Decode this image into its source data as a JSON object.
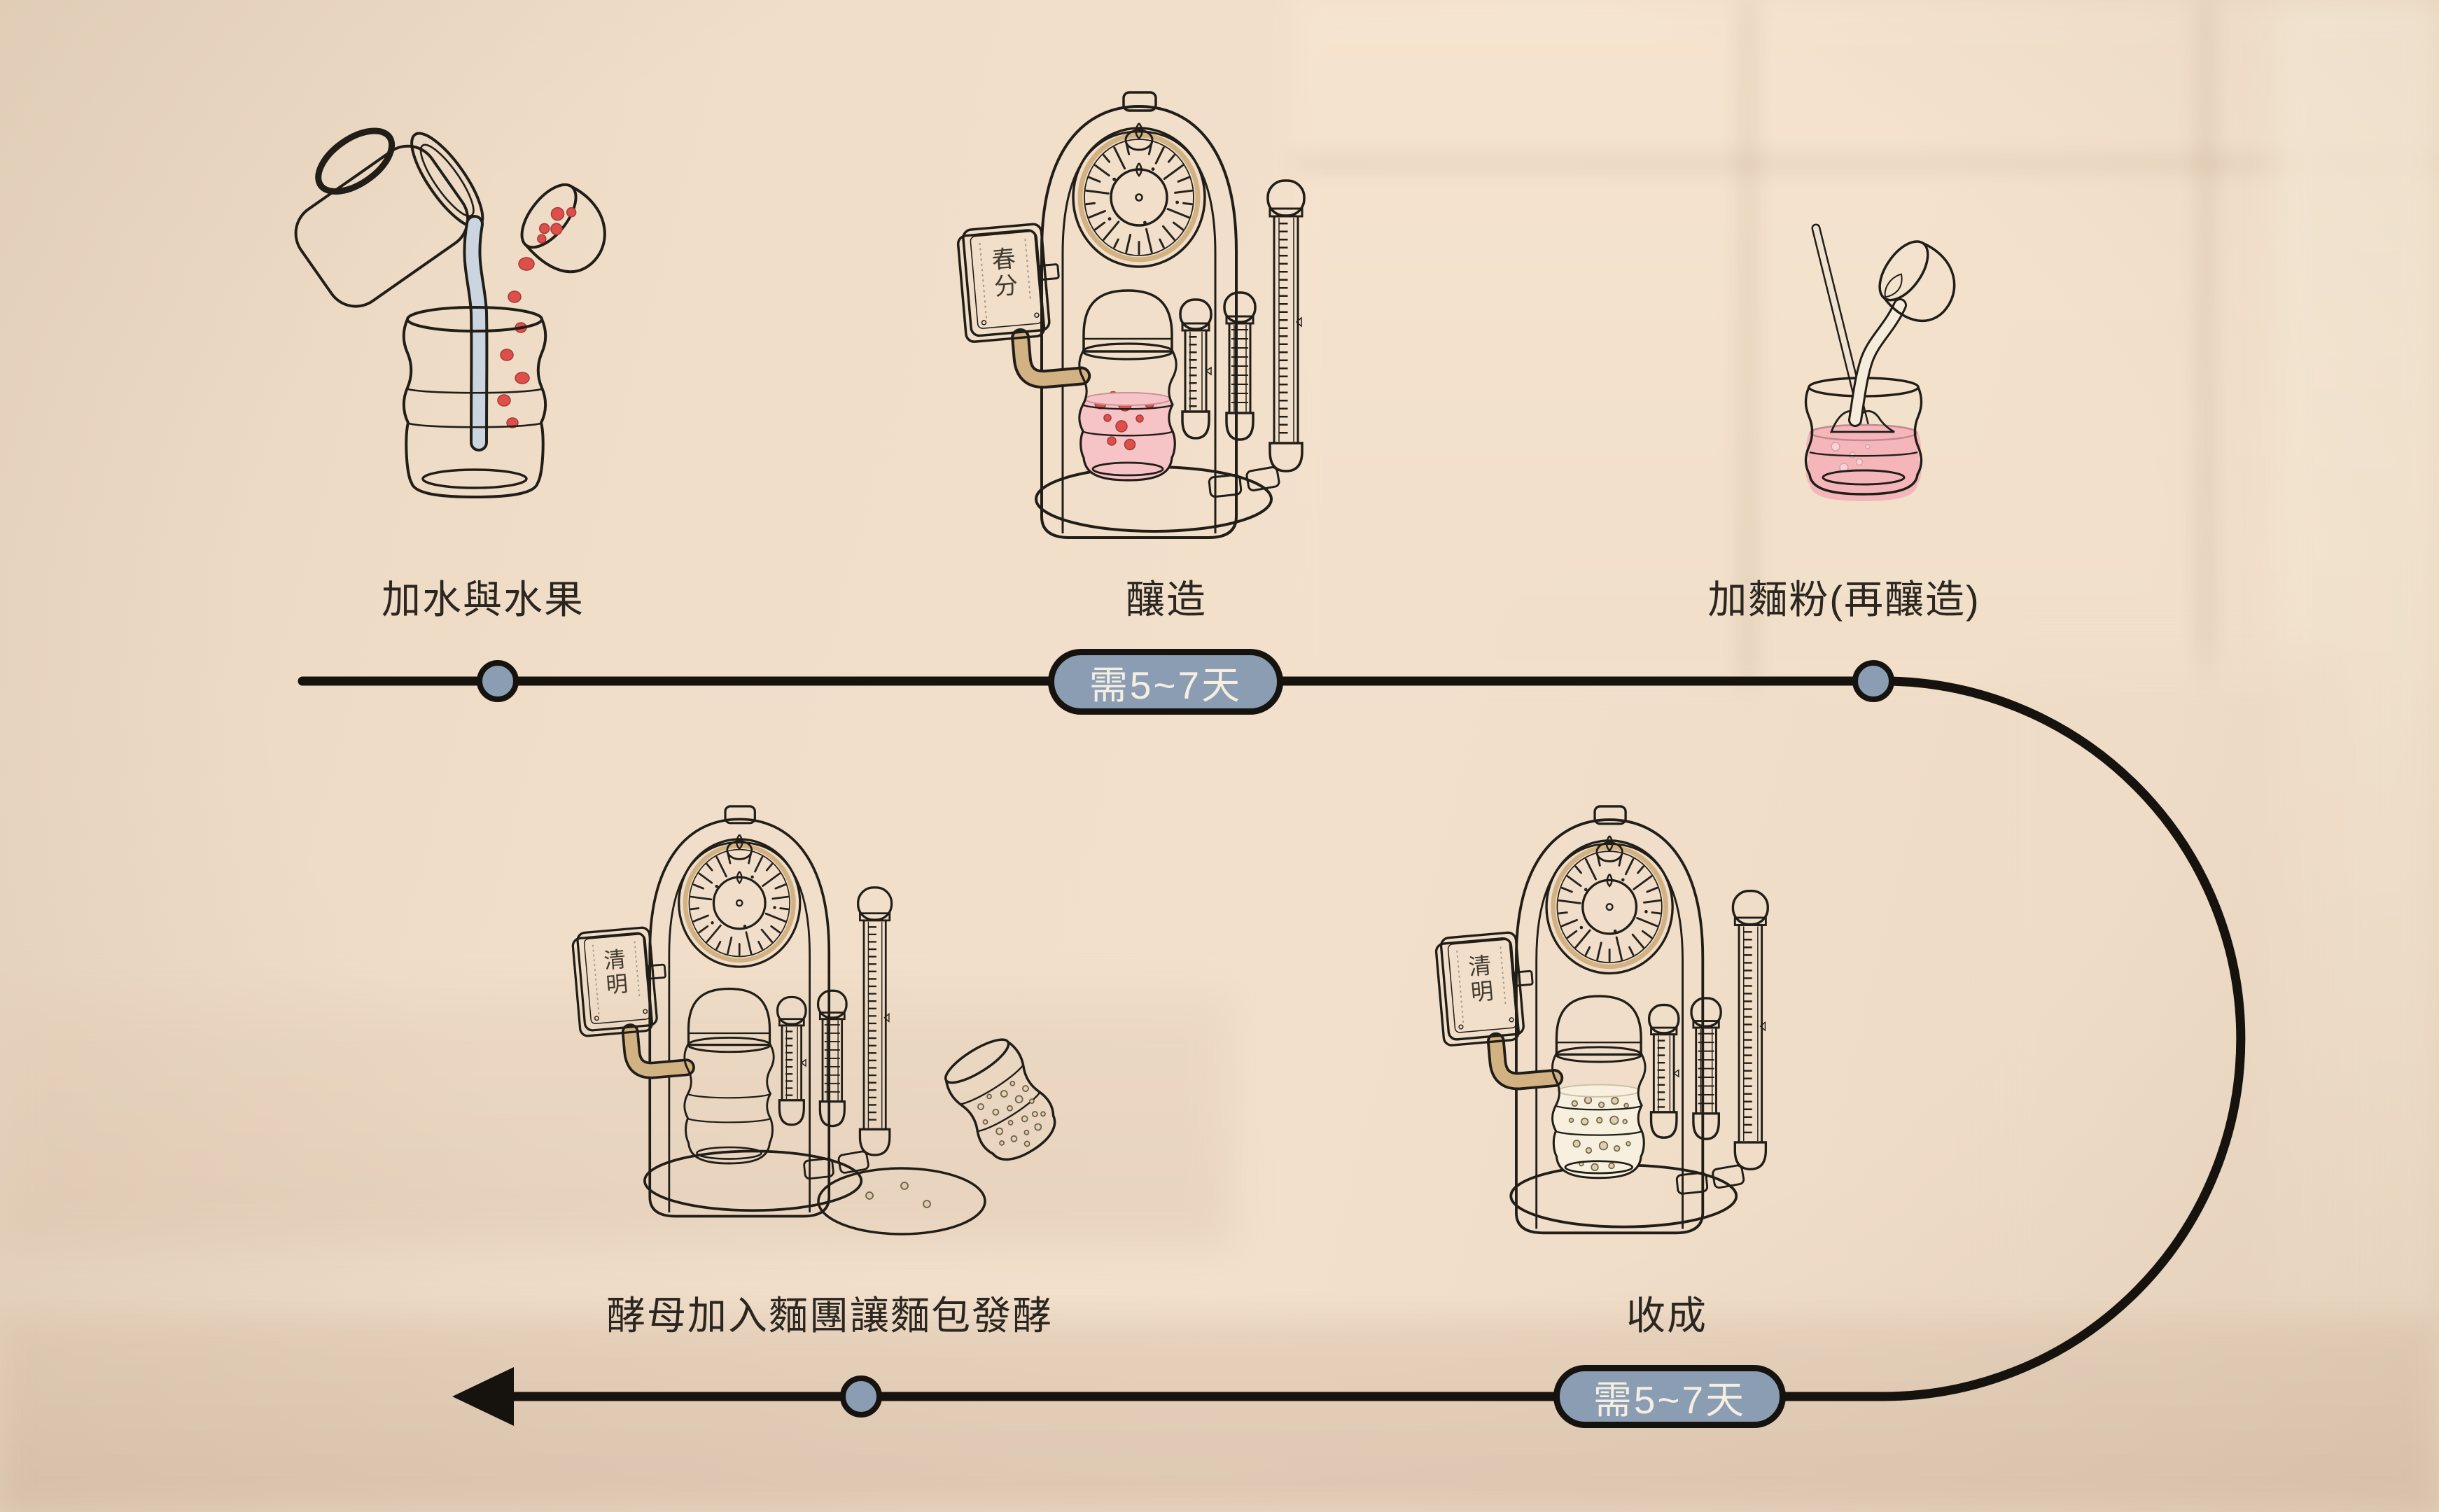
{
  "flow": {
    "steps": [
      {
        "id": "add-water-fruit",
        "label": "加水與水果"
      },
      {
        "id": "brew",
        "label": "釀造",
        "tag": "春分"
      },
      {
        "id": "add-flour-rebrew",
        "label": "加麵粉(再釀造)"
      },
      {
        "id": "yeast-to-dough",
        "label": "酵母加入麵團讓麵包發酵",
        "tag": "清明"
      },
      {
        "id": "harvest",
        "label": "收成",
        "tag": "清明"
      }
    ],
    "duration_badges": [
      {
        "label": "需5~7天"
      },
      {
        "label": "需5~7天"
      }
    ]
  },
  "colors": {
    "background": "#F0DEC8",
    "outline": "#211D17",
    "badge_fill": "#8A9DB2",
    "badge_text": "#F5EEE1",
    "tan_accent": "#D2B183",
    "cream_fill": "#F2E3CF",
    "pink_liquid": "#F5BDC1",
    "berry_red": "#DE4F4A",
    "water_blue": "#CBD5E0",
    "gray_ornament": "#ACACAC"
  }
}
